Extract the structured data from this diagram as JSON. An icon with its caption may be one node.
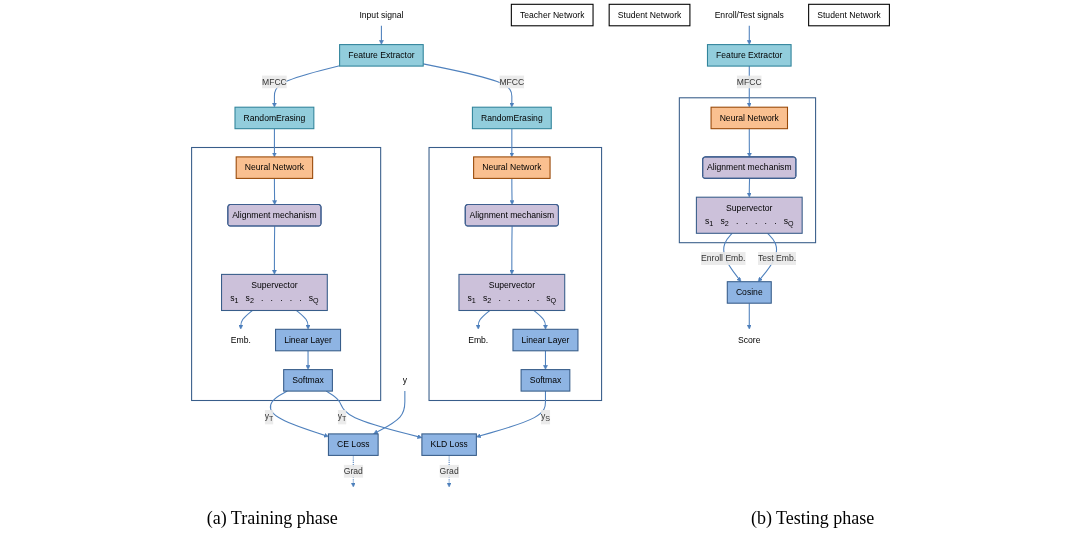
{
  "diagram": {
    "nodes": [
      {
        "text": [
          "Input signal"
        ]
      },
      {
        "text": [
          "Feature Extractor"
        ]
      },
      {
        "text": [
          "Teacher Network"
        ]
      },
      {
        "text": [
          "RandomErasing"
        ]
      },
      {
        "text": [
          "RandomErasing"
        ]
      },
      {
        "text": [
          "Student Network"
        ]
      },
      {
        "text": [],
        "shape": "box"
      },
      {
        "text": [
          "Neural Network"
        ],
        "in": 6
      },
      {
        "text": [
          "Alignment mechanism"
        ],
        "in": 6
      },
      {
        "text": [
          "Supervector",
          "s$_{1}$",
          "s$_{2}$",
          ".",
          ".",
          ".",
          ".",
          ".",
          "s$_{Q}$"
        ],
        "in": 6
      },
      {
        "text": [
          "Emb."
        ],
        "in": 6
      },
      {
        "text": [
          "Linear Layer"
        ],
        "in": 6
      },
      {
        "text": [
          "Softmax"
        ],
        "in": 6
      },
      {
        "text": [
          "CE Loss"
        ]
      },
      {
        "text": [
          "y"
        ]
      },
      {
        "text": [],
        "shape": "box"
      },
      {
        "text": [
          "Neural Network"
        ],
        "in": 15
      },
      {
        "text": [
          "Alignment mechanism"
        ],
        "in": 15
      },
      {
        "text": [
          "Supervector",
          "s$_{1}$",
          "s$_{2}$",
          ".",
          ".",
          ".",
          ".",
          ".",
          "s$_{Q}$"
        ],
        "in": 15
      },
      {
        "text": [
          "Emb."
        ],
        "in": 15
      },
      {
        "text": [
          "Linear Layer"
        ],
        "in": 15
      },
      {
        "text": [
          "Softmax"
        ],
        "in": 15
      },
      {
        "text": [
          "KLD Loss"
        ]
      },
      {
        "text": [
          "Enroll/Test signals"
        ]
      },
      {
        "text": [
          "Feature Extractor"
        ]
      },
      {
        "text": [
          "Student Network"
        ]
      },
      {
        "text": [],
        "shape": "box"
      },
      {
        "text": [
          "Neural Network"
        ],
        "in": 26
      },
      {
        "text": [
          "Alignment mechanism"
        ],
        "in": 26
      },
      {
        "text": [
          "Supervector",
          "s$_{1}$",
          "s$_{2}$",
          ".",
          ".",
          ".",
          ".",
          ".",
          "s$_{Q}$"
        ],
        "in": 26
      },
      {
        "text": [
          "Cosine"
        ]
      },
      {
        "text": [
          "Score"
        ]
      }
    ],
    "edges": [
      {
        "from": 0,
        "to": 1,
        "arrow": "to"
      },
      {
        "from": 1,
        "to": 3,
        "label": "MFCC",
        "arrow": "to"
      },
      {
        "from": 1,
        "to": 4,
        "label": "MFCC",
        "arrow": "to"
      },
      {
        "from": 3,
        "to": 7,
        "arrow": "to"
      },
      {
        "from": 7,
        "to": 8,
        "arrow": "to"
      },
      {
        "from": 8,
        "to": 9,
        "arrow": "to"
      },
      {
        "from": 9,
        "to": 10,
        "arrow": "to"
      },
      {
        "from": 9,
        "to": 11,
        "arrow": "to"
      },
      {
        "from": 11,
        "to": 12,
        "arrow": "to"
      },
      {
        "from": 12,
        "to": 13,
        "label": "y$_{T}$",
        "arrow": "to"
      },
      {
        "from": 14,
        "to": 13,
        "arrow": "to"
      },
      {
        "from": 13,
        "to": null,
        "label": "Grad",
        "arrow": "to",
        "style": "dashed"
      },
      {
        "from": 4,
        "to": 16,
        "arrow": "to"
      },
      {
        "from": 16,
        "to": 17,
        "arrow": "to"
      },
      {
        "from": 17,
        "to": 18,
        "arrow": "to"
      },
      {
        "from": 18,
        "to": 19,
        "arrow": "to"
      },
      {
        "from": 18,
        "to": 20,
        "arrow": "to"
      },
      {
        "from": 20,
        "to": 21,
        "arrow": "to"
      },
      {
        "from": 21,
        "to": 22,
        "label": "y$_{S}$",
        "arrow": "to"
      },
      {
        "from": 12,
        "to": 22,
        "label": "y$_{T}$",
        "arrow": "to"
      },
      {
        "from": 22,
        "to": null,
        "label": "Grad",
        "arrow": "to",
        "style": "dashed"
      },
      {
        "from": 23,
        "to": 24,
        "arrow": "to"
      },
      {
        "from": 24,
        "to": 27,
        "label": "MFCC",
        "arrow": "to"
      },
      {
        "from": 27,
        "to": 28,
        "arrow": "to"
      },
      {
        "from": 28,
        "to": 29,
        "arrow": "to"
      },
      {
        "from": 29,
        "to": 30,
        "label": "Enroll Emb.",
        "arrow": "to"
      },
      {
        "from": 29,
        "to": 30,
        "label": "Test Emb.",
        "arrow": "to"
      },
      {
        "from": 30,
        "to": 31,
        "arrow": "to"
      }
    ],
    "labels": [
      "(a) Training phase",
      "(b) Testing phase"
    ]
  }
}
